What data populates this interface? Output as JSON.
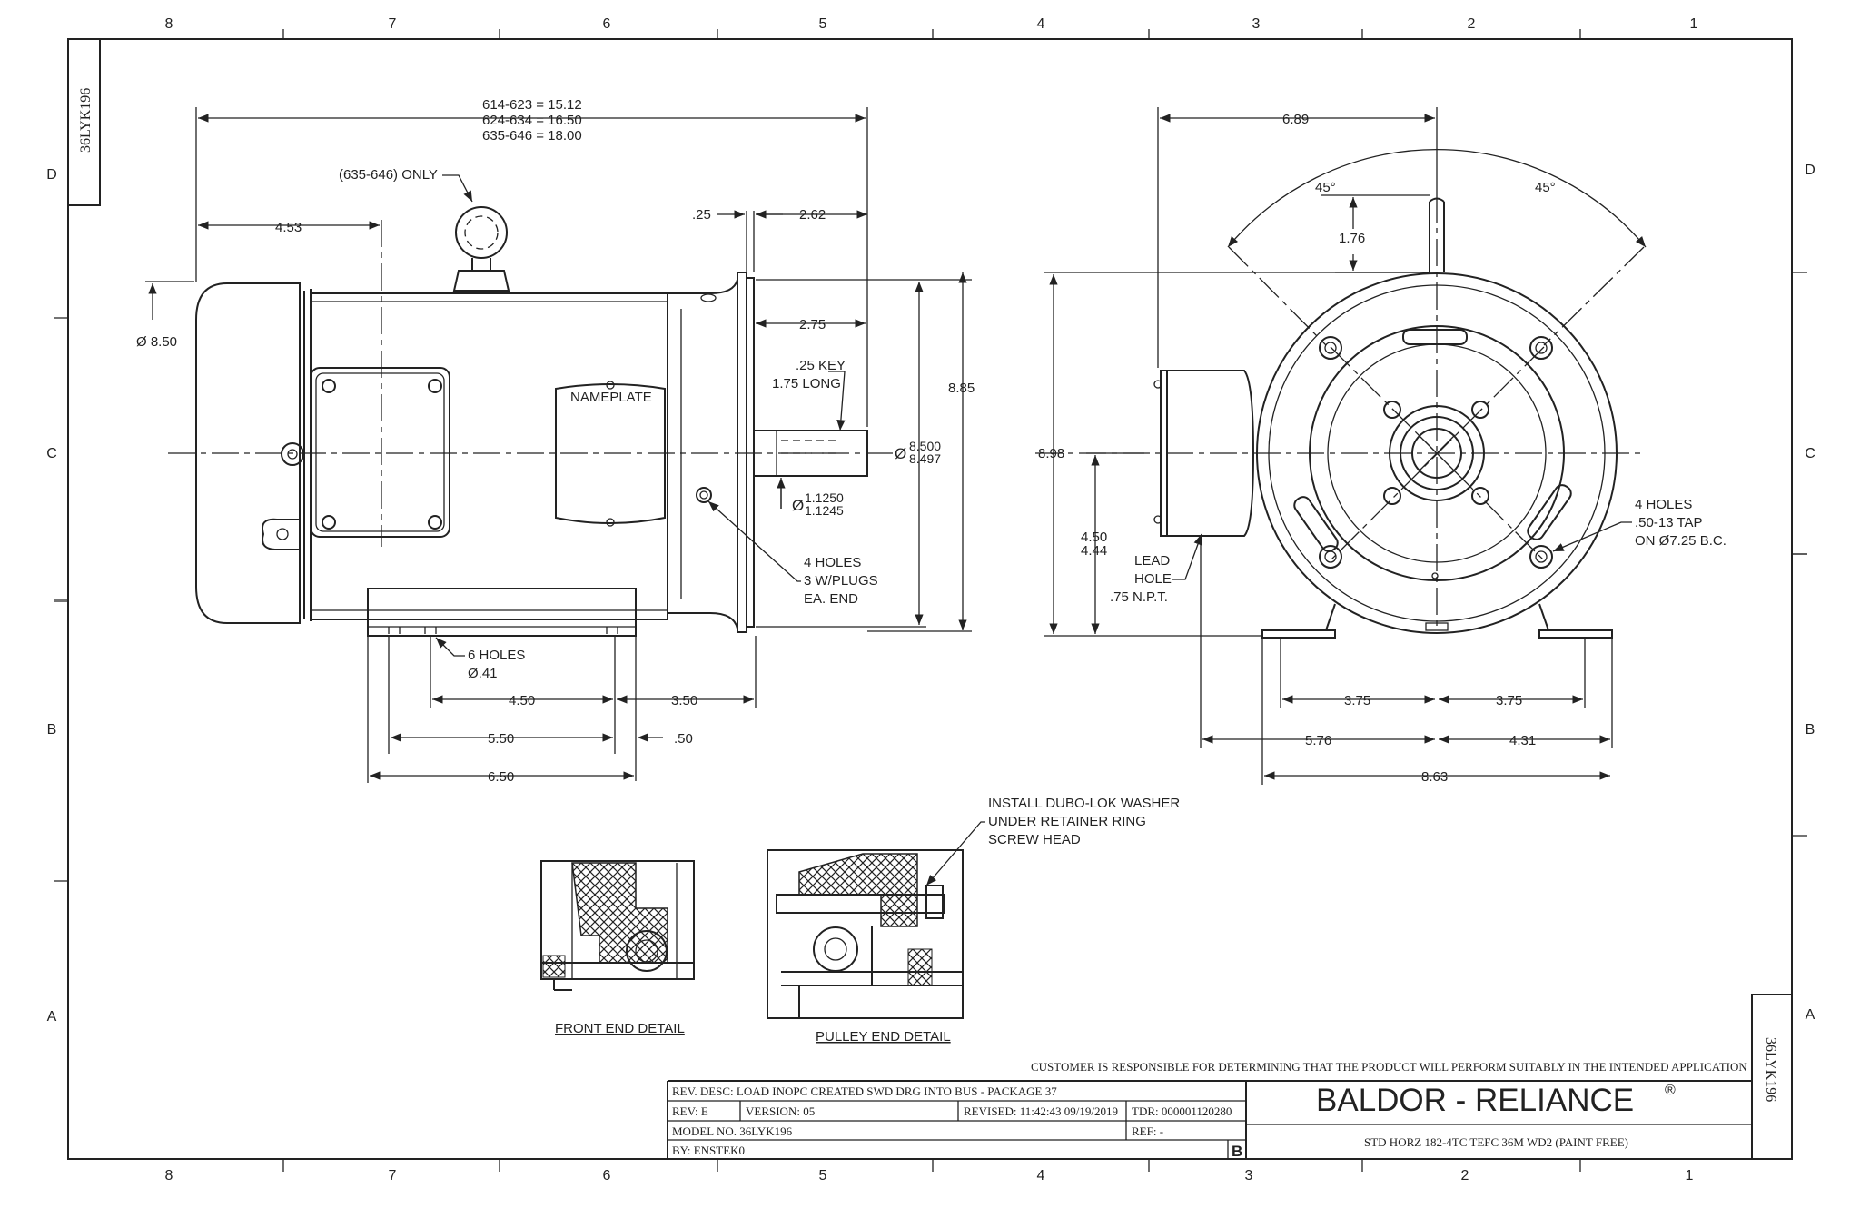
{
  "border": {
    "top_zones": [
      "8",
      "7",
      "6",
      "5",
      "4",
      "3",
      "2",
      "1"
    ],
    "bottom_zones": [
      "8",
      "7",
      "6",
      "5",
      "4",
      "3",
      "2",
      "1"
    ],
    "side_zones": [
      "D",
      "C",
      "B",
      "A"
    ]
  },
  "drawing_number": "36LYK196",
  "side_view": {
    "length_note_1": "614-623 = 15.12",
    "length_note_2": "624-634 = 16.50",
    "length_note_3": "635-646 = 18.00",
    "eyebolt_note": "(635-646) ONLY",
    "dim_453": "4.53",
    "dim_025": ".25",
    "dim_262": "2.62",
    "dim_850": "Ø 8.50",
    "dim_275": "2.75",
    "key_note_1": ".25 KEY",
    "key_note_2": "1.75 LONG",
    "nameplate": "NAMEPLATE",
    "dim_885": "8.85",
    "pilot_sym": "Ø",
    "pilot_1": "8.500",
    "pilot_2": "8.497",
    "shaft_sym": "Ø",
    "shaft_1": "1.1250",
    "shaft_2": "1.1245",
    "holes_note_1": "4 HOLES",
    "holes_note_2": "3 W/PLUGS",
    "holes_note_3": "EA. END",
    "base_holes_1": "6 HOLES",
    "base_holes_2": "Ø.41",
    "dim_450": "4.50",
    "dim_350": "3.50",
    "dim_550": "5.50",
    "dim_050": ".50",
    "dim_650": "6.50"
  },
  "end_view": {
    "dim_689": "6.89",
    "angle_1": "45°",
    "angle_2": "45°",
    "dim_176": "1.76",
    "dim_898": "8.98",
    "dim_450": "4.50",
    "dim_444": "4.44",
    "lead_1": "LEAD",
    "lead_2": "HOLE",
    "lead_3": ".75 N.P.T.",
    "tap_1": "4 HOLES",
    "tap_2": ".50-13 TAP",
    "tap_3": "ON Ø7.25 B.C.",
    "dim_375a": "3.75",
    "dim_375b": "3.75",
    "dim_576": "5.76",
    "dim_431": "4.31",
    "dim_863": "8.63"
  },
  "details": {
    "install_1": "INSTALL DUBO-LOK WASHER",
    "install_2": "UNDER RETAINER RING",
    "install_3": "SCREW HEAD",
    "front_label": "FRONT END DETAIL",
    "pulley_label": "PULLEY END DETAIL"
  },
  "title_block": {
    "disclaimer": "CUSTOMER IS RESPONSIBLE FOR DETERMINING THAT THE PRODUCT WILL PERFORM SUITABLY IN THE INTENDED APPLICATION",
    "rev_desc": "REV. DESC: LOAD INOPC CREATED SWD DRG INTO BUS - PACKAGE 37",
    "rev": "REV:  E",
    "version": "VERSION:  05",
    "revised": "REVISED:  11:42:43 09/19/2019",
    "tdr": "TDR: 000001120280",
    "model": "MODEL NO.  36LYK196",
    "ref": "REF:  -",
    "by": "BY: ENSTEK0",
    "size": "B",
    "company": "BALDOR - RELIANCE",
    "reg": "®",
    "description": "STD HORZ 182-4TC TEFC 36M WD2 (PAINT FREE)"
  }
}
